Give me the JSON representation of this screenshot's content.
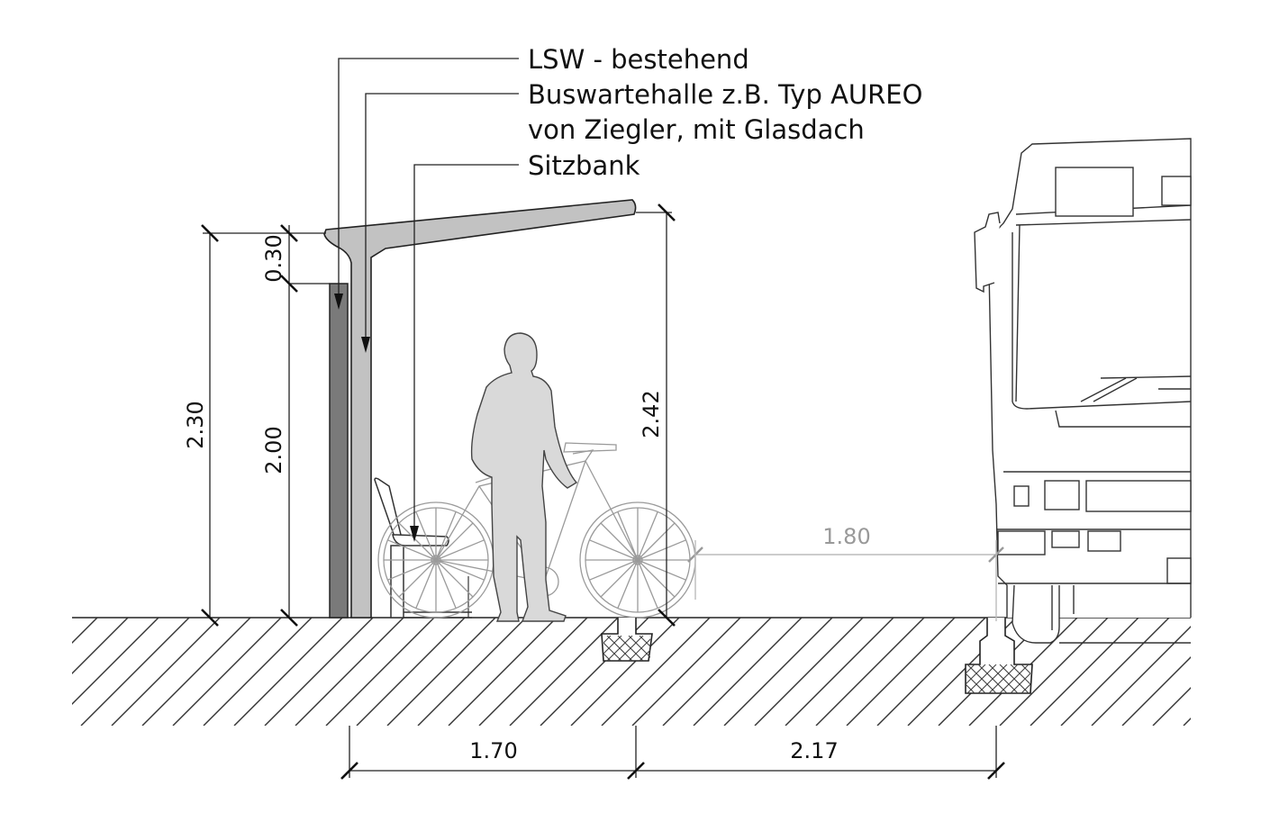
{
  "labels": {
    "lsw": "LSW - bestehend",
    "shelter_line1": "Buswartehalle z.B. Typ AUREO",
    "shelter_line2": "von Ziegler, mit Glasdach",
    "bench": "Sitzbank"
  },
  "dimensions": {
    "total_height": "2.30",
    "wall_height": "2.00",
    "roof_offset": "0.30",
    "roof_edge_height": "2.42",
    "clearance": "1.80",
    "platform_width_left": "1.70",
    "platform_width_right": "2.17"
  },
  "colors": {
    "line": "#222222",
    "wall_fill": "#7a7a7a",
    "shelter_fill": "#c2c2c2",
    "figure_fill": "#d9d9d9",
    "grey_dimension": "#999999"
  },
  "icons": {
    "person": "person-silhouette",
    "bicycle": "bicycle",
    "bench": "bench",
    "bus": "bus-front"
  }
}
